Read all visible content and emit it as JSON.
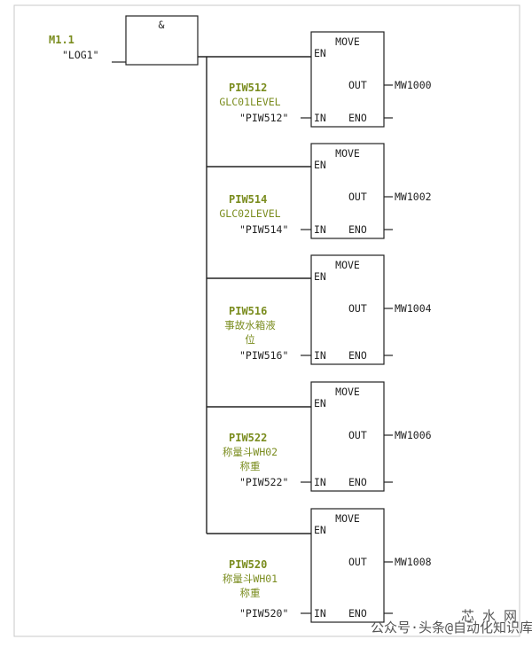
{
  "input_contact": {
    "address": "M1.1",
    "symbol": "\"LOG1\""
  },
  "and_box": {
    "label": "&"
  },
  "move_blocks": [
    {
      "title": "MOVE",
      "en": "EN",
      "out": "OUT",
      "in": "IN",
      "eno": "ENO",
      "address": "PIW512",
      "symbol": [
        "GLC01LEVEL"
      ],
      "in_value": "\"PIW512\"",
      "out_value": "MW1000"
    },
    {
      "title": "MOVE",
      "en": "EN",
      "out": "OUT",
      "in": "IN",
      "eno": "ENO",
      "address": "PIW514",
      "symbol": [
        "GLC02LEVEL"
      ],
      "in_value": "\"PIW514\"",
      "out_value": "MW1002"
    },
    {
      "title": "MOVE",
      "en": "EN",
      "out": "OUT",
      "in": "IN",
      "eno": "ENO",
      "address": "PIW516",
      "symbol": [
        "事故水箱液",
        "位"
      ],
      "in_value": "\"PIW516\"",
      "out_value": "MW1004"
    },
    {
      "title": "MOVE",
      "en": "EN",
      "out": "OUT",
      "in": "IN",
      "eno": "ENO",
      "address": "PIW522",
      "symbol": [
        "称量斗WH02",
        "称重"
      ],
      "in_value": "\"PIW522\"",
      "out_value": "MW1006"
    },
    {
      "title": "MOVE",
      "en": "EN",
      "out": "OUT",
      "in": "IN",
      "eno": "ENO",
      "address": "PIW520",
      "symbol": [
        "称量斗WH01",
        "称重"
      ],
      "in_value": "\"PIW520\"",
      "out_value": "MW1008"
    }
  ],
  "watermark": {
    "text": "公众号·头条@自动化知识库",
    "brand": "芯 水 网"
  }
}
